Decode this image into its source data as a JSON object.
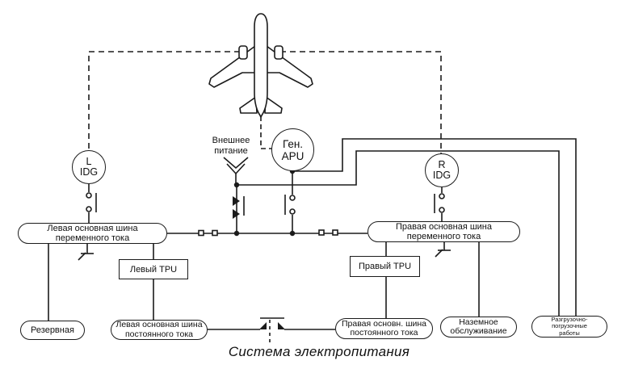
{
  "caption": "Система электропитания",
  "aircraft": {
    "name": "airplane-top-view"
  },
  "generators": {
    "left_idg": {
      "line1": "L",
      "line2": "IDG"
    },
    "apu": {
      "line1": "Ген.",
      "line2": "APU"
    },
    "right_idg": {
      "line1": "R",
      "line2": "IDG"
    }
  },
  "external_power": {
    "line1": "Внешнее",
    "line2": "питание"
  },
  "buses": {
    "left_ac": {
      "line1": "Левая основная шина",
      "line2": "переменного тока"
    },
    "right_ac": {
      "line1": "Правая основная шина",
      "line2": "переменного тока"
    },
    "left_dc": {
      "line1": "Левая основная шина",
      "line2": "постоянного тока"
    },
    "right_dc": {
      "line1": "Правая основн. шина",
      "line2": "постоянного тока"
    },
    "reserve": {
      "line1": "Резервная"
    },
    "ground_service": {
      "line1": "Наземное",
      "line2": "обслуживание"
    },
    "cargo_ops": {
      "line1": "Разгрузочно-",
      "line2": "погрузочные",
      "line3": "работы"
    }
  },
  "converters": {
    "left_tpu": {
      "label": "Левый TPU"
    },
    "right_tpu": {
      "label": "Правый TPU"
    }
  },
  "colors": {
    "line": "#1b1b1b",
    "background": "#ffffff",
    "text": "#111111"
  }
}
